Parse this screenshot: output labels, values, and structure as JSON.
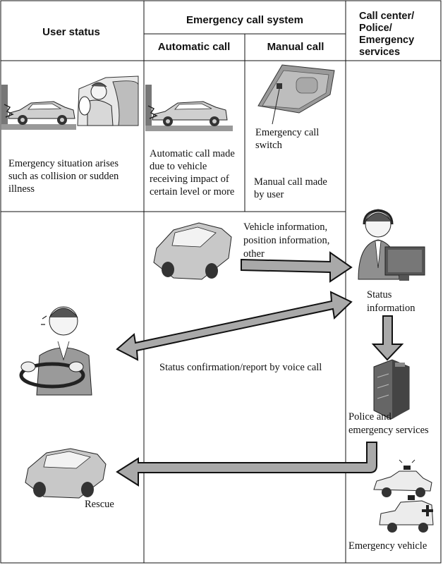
{
  "headers": {
    "user_status": "User status",
    "system": "Emergency call system",
    "automatic": "Automatic call",
    "manual": "Manual call",
    "center_lines": [
      "Call center/",
      "Police/",
      "Emergency",
      "services"
    ]
  },
  "row1": {
    "user_status_lines": [
      "Emergency situation arises",
      "such as collision or sudden",
      "illness"
    ],
    "automatic_lines": [
      "Automatic call made",
      "due to vehicle",
      "receiving impact of",
      "certain level or more"
    ],
    "switch_label_lines": [
      "Emergency call",
      "switch"
    ],
    "manual_lines": [
      "Manual call made",
      "by user"
    ]
  },
  "row2": {
    "vehicle_info_lines": [
      "Vehicle information,",
      "position information,",
      "other"
    ],
    "status_info_lines": [
      "Status",
      "information"
    ],
    "voice_call": "Status confirmation/report by voice call",
    "police_lines": [
      "Police and",
      "emergency services"
    ],
    "rescue": "Rescue",
    "emergency_vehicle": "Emergency vehicle"
  },
  "colors": {
    "arrow_fill": "#a9a9a9",
    "line": "#111111"
  },
  "icons": [
    "car-crash-icon",
    "driver-airbag-icon",
    "car-crash-small-icon",
    "emergency-switch-icon",
    "car-icon",
    "operator-headset-icon",
    "distressed-driver-icon",
    "building-icon",
    "rescue-car-icon",
    "police-car-icon",
    "ambulance-icon"
  ]
}
